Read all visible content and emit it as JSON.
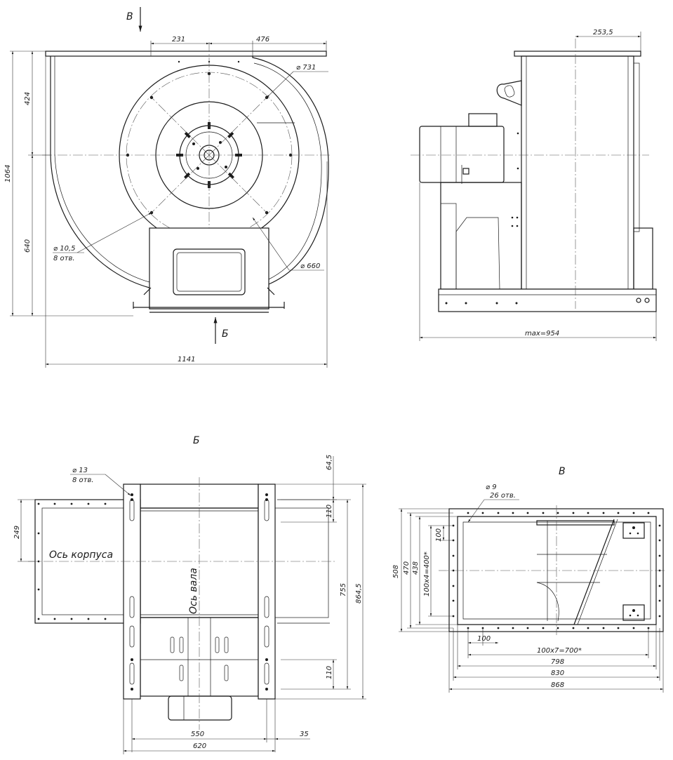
{
  "views": {
    "front": {
      "arrow_top": "В",
      "arrow_bottom": "Б",
      "dims": {
        "w231": "231",
        "w476": "476",
        "h424": "424",
        "h1064": "1064",
        "h640": "640",
        "w1141": "1141",
        "d731": "731",
        "d660": "660",
        "hole_d": "10,5",
        "hole_n": "8 отв."
      }
    },
    "side": {
      "dims": {
        "w253": "253,5",
        "wmax": "max=954"
      }
    },
    "view_b": {
      "title": "Б",
      "dims": {
        "hole_d": "13",
        "hole_n": "8 отв.",
        "d645": "64,5",
        "d110a": "110",
        "d249": "249",
        "d755": "755",
        "d8645": "864,5",
        "d110b": "110",
        "d550": "550",
        "d35": "35",
        "d620": "620"
      },
      "labels": {
        "axis_body": "Ось корпуса",
        "axis_shaft": "Ось вала"
      }
    },
    "view_v": {
      "title": "В",
      "dims": {
        "hole_d": "9",
        "hole_n": "26 отв.",
        "d100v": "100",
        "d508": "508",
        "d470": "470",
        "d438": "438",
        "d100x4": "100x4=400*",
        "d100h": "100",
        "d100x7": "100x7=700*",
        "d798": "798",
        "d830": "830",
        "d868": "868"
      }
    }
  },
  "diameter_symbol": "⌀"
}
